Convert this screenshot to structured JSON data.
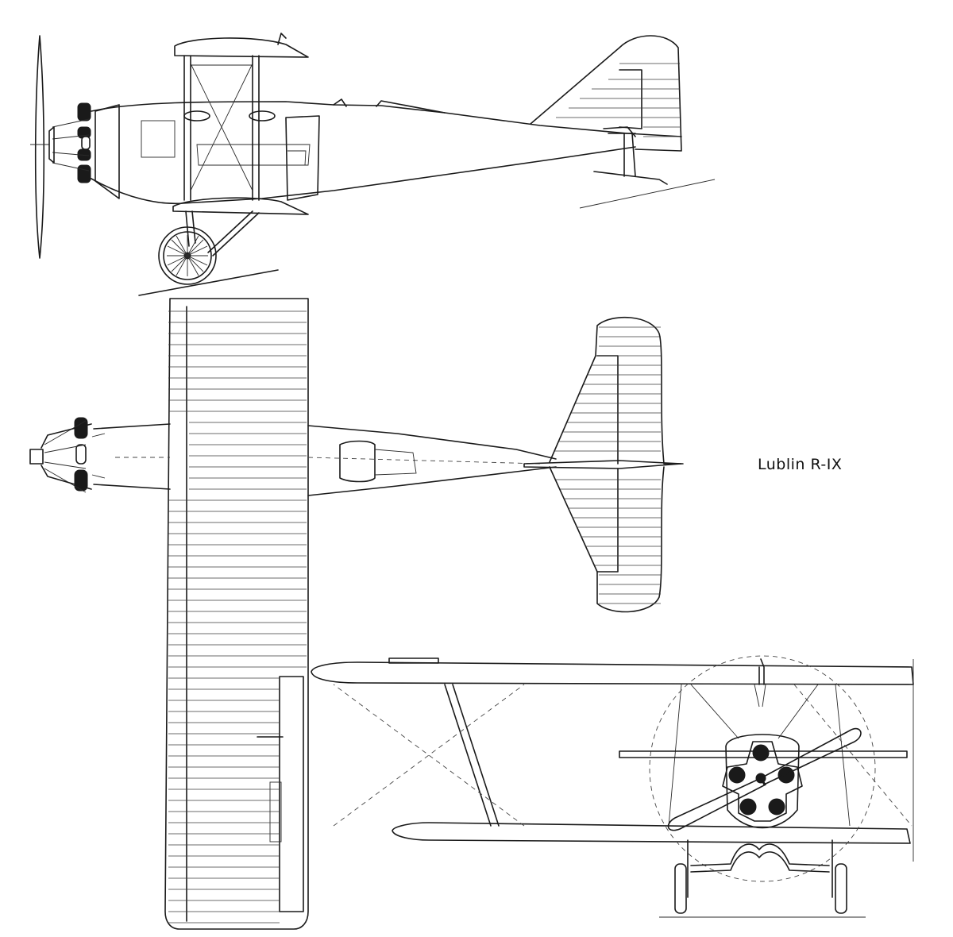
{
  "drawing": {
    "aircraft_label": "Lublin R-IX",
    "views": [
      "side-view",
      "top-view",
      "front-view"
    ]
  }
}
